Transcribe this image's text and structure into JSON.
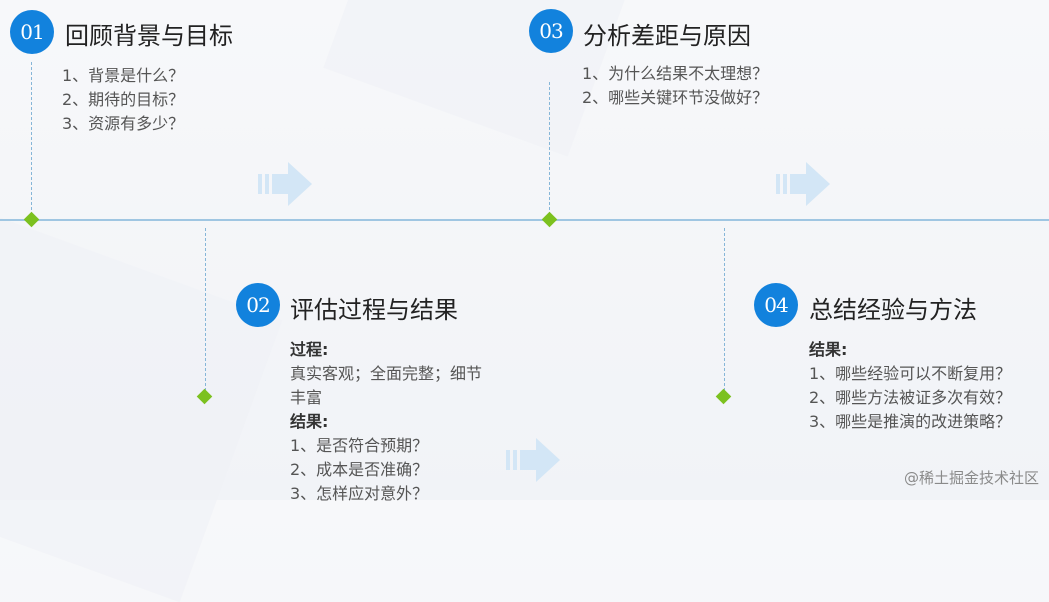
{
  "steps": [
    {
      "number": "01",
      "title": "回顾背景与目标",
      "items": [
        "1、背景是什么？",
        "2、期待的目标？",
        "3、资源有多少？"
      ]
    },
    {
      "number": "02",
      "title": "评估过程与结果",
      "process_label": "过程:",
      "process_text": [
        "真实客观；全面完整；细节",
        "丰富"
      ],
      "result_label": "结果:",
      "items": [
        "1、是否符合预期？",
        "2、成本是否准确？",
        "3、怎样应对意外？"
      ]
    },
    {
      "number": "03",
      "title": "分析差距与原因",
      "items": [
        "1、为什么结果不太理想？",
        "2、哪些关键环节没做好？"
      ]
    },
    {
      "number": "04",
      "title": "总结经验与方法",
      "result_label": "结果:",
      "items": [
        "1、哪些经验可以不断复用？",
        "2、哪些方法被证多次有效？",
        "3、哪些是推演的改进策略？"
      ]
    }
  ],
  "watermark": "@稀土掘金技术社区",
  "colors": {
    "badge": "#1282dd",
    "diamond": "#7cc11f",
    "timeline": "#9fc6e2",
    "arrow": "#d3e6f6"
  },
  "icons": [
    "right-arrow-icon",
    "diamond-marker-icon",
    "number-badge-icon"
  ]
}
